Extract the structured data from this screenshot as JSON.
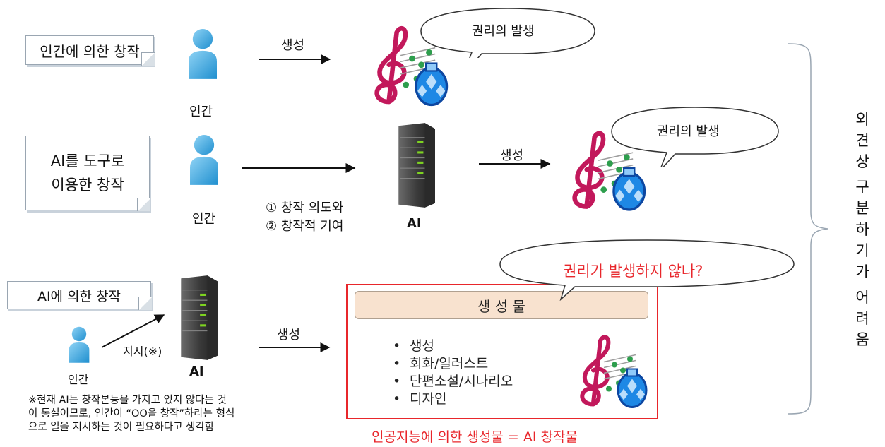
{
  "row1": {
    "note": "인간에 의한 창작",
    "person_label": "인간",
    "arrow_label": "생성",
    "bubble": "권리의 발생"
  },
  "row2": {
    "note_line1": "AI를 도구로",
    "note_line2": "이용한 창작",
    "person_label": "인간",
    "cond1": "① 창작 의도와",
    "cond2": "② 창작적 기여",
    "server_label": "AI",
    "arrow_label": "생성",
    "bubble": "권리의 발생"
  },
  "row3": {
    "note": "AI에 의한 창작",
    "person_label": "인간",
    "instruct_label": "지시(※)",
    "server_label": "AI",
    "arrow_label": "생성",
    "bubble": "권리가 발생하지 않나?",
    "box_header": "생 성 물",
    "items": [
      "생성",
      "회화/일러스트",
      "단편소설/시나리오",
      "디자인"
    ],
    "caption": "인공지능에 의한 생성물 = AI 창작물",
    "footnote_line1": "※현재 AI는 창작본능을 가지고 있지 않다는 것",
    "footnote_line2": "이 통설이므로, 인간이 “OO을 창작”하라는 형식",
    "footnote_line3": "으로 일을 지시하는 것이 필요하다고 생각함"
  },
  "side": {
    "text": [
      "외",
      "견",
      "상",
      " ",
      "구",
      "분",
      "하",
      "기",
      "가",
      " ",
      "어",
      "려",
      "움"
    ]
  },
  "colors": {
    "red": "#e8262b",
    "person": "#3aa6dd",
    "header_fill": "#f8e2cf"
  },
  "icons": [
    "person-icon",
    "server-icon",
    "music-note-icon",
    "ornament-icon",
    "speech-bubble-icon"
  ]
}
